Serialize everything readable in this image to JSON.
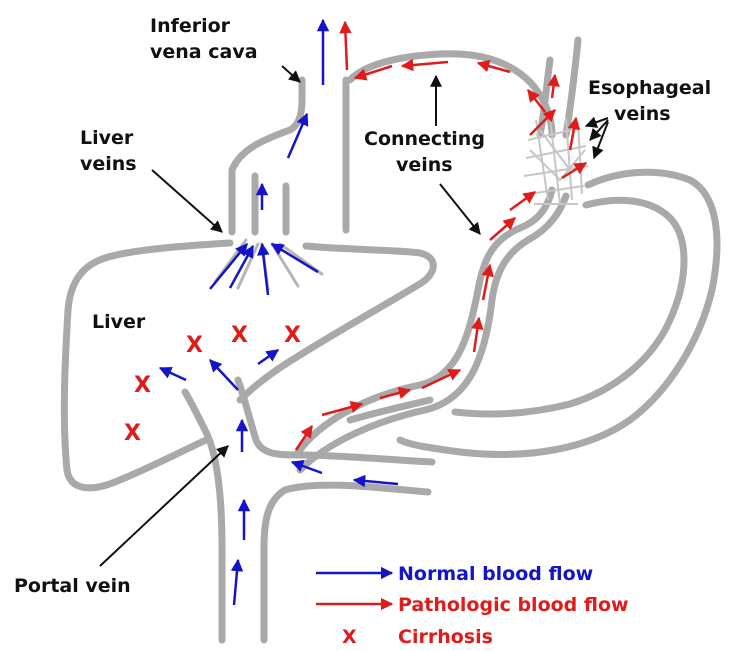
{
  "labels": {
    "ivc_line1": "Inferior",
    "ivc_line2": "vena cava",
    "liver_veins_line1": "Liver",
    "liver_veins_line2": "veins",
    "connecting_line1": "Connecting",
    "connecting_line2": "veins",
    "esophageal_line1": "Esophageal",
    "esophageal_line2": "veins",
    "liver": "Liver",
    "portal_vein": "Portal vein"
  },
  "cirrhosis_mark": "X",
  "legend": {
    "normal": "Normal blood flow",
    "pathologic": "Pathologic blood flow",
    "cirrhosis": "Cirrhosis",
    "cirrhosis_symbol": "X"
  },
  "colors": {
    "normal_flow": "#1414c8",
    "pathologic_flow": "#e01b1b",
    "cirrhosis": "#e01b1b",
    "vessel": "#a9a9a9",
    "text": "#111111"
  }
}
